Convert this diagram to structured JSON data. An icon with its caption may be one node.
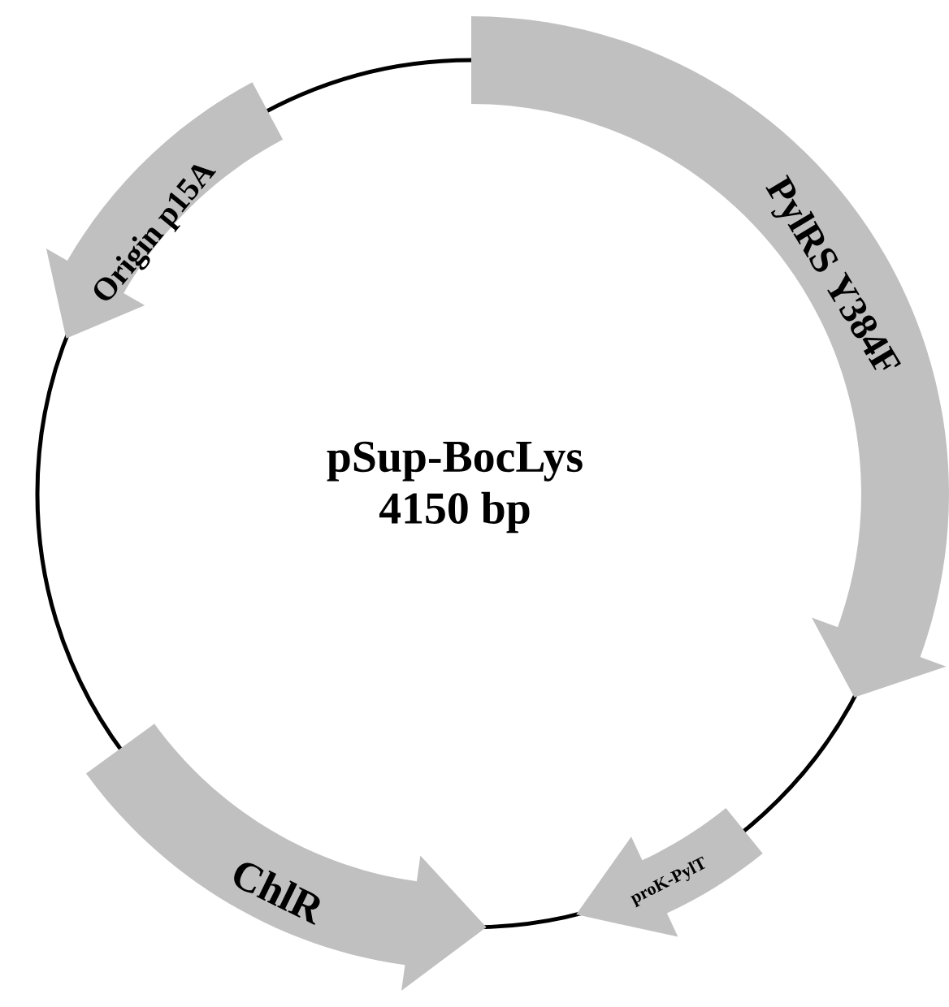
{
  "diagram": {
    "title": "pSup-BocLys",
    "nodes": [
      {
        "text": [
          "PylRS Y384F"
        ]
      },
      {
        "text": [
          "Origin p15A"
        ]
      },
      {
        "text": [
          "ChlR"
        ]
      },
      {
        "text": [
          "proK-PylT"
        ]
      }
    ],
    "labels": [
      "4150 bp"
    ]
  }
}
